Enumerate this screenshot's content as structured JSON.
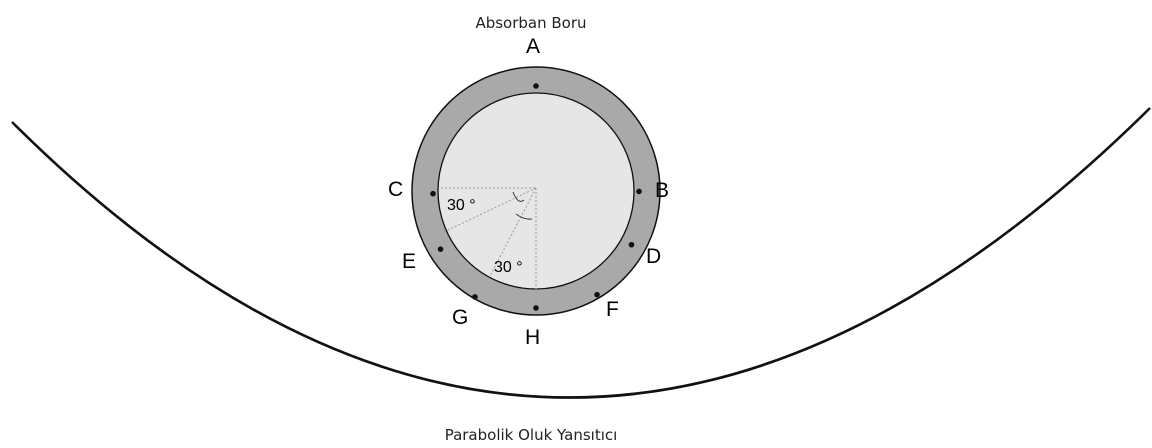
{
  "diagram": {
    "top_label": "Absorban Boru",
    "bottom_label": "Parabolik Oluk Yansıtıcı",
    "angle_label_upper": "30 °",
    "angle_label_lower": "30 °",
    "points": [
      {
        "id": "A",
        "label": "A"
      },
      {
        "id": "B",
        "label": "B"
      },
      {
        "id": "C",
        "label": "C"
      },
      {
        "id": "D",
        "label": "D"
      },
      {
        "id": "E",
        "label": "E"
      },
      {
        "id": "F",
        "label": "F"
      },
      {
        "id": "G",
        "label": "G"
      },
      {
        "id": "H",
        "label": "H"
      }
    ],
    "colors": {
      "tube_wall": "#a9a9a9",
      "tube_inner": "#e6e6e6",
      "outline": "#111111"
    }
  }
}
